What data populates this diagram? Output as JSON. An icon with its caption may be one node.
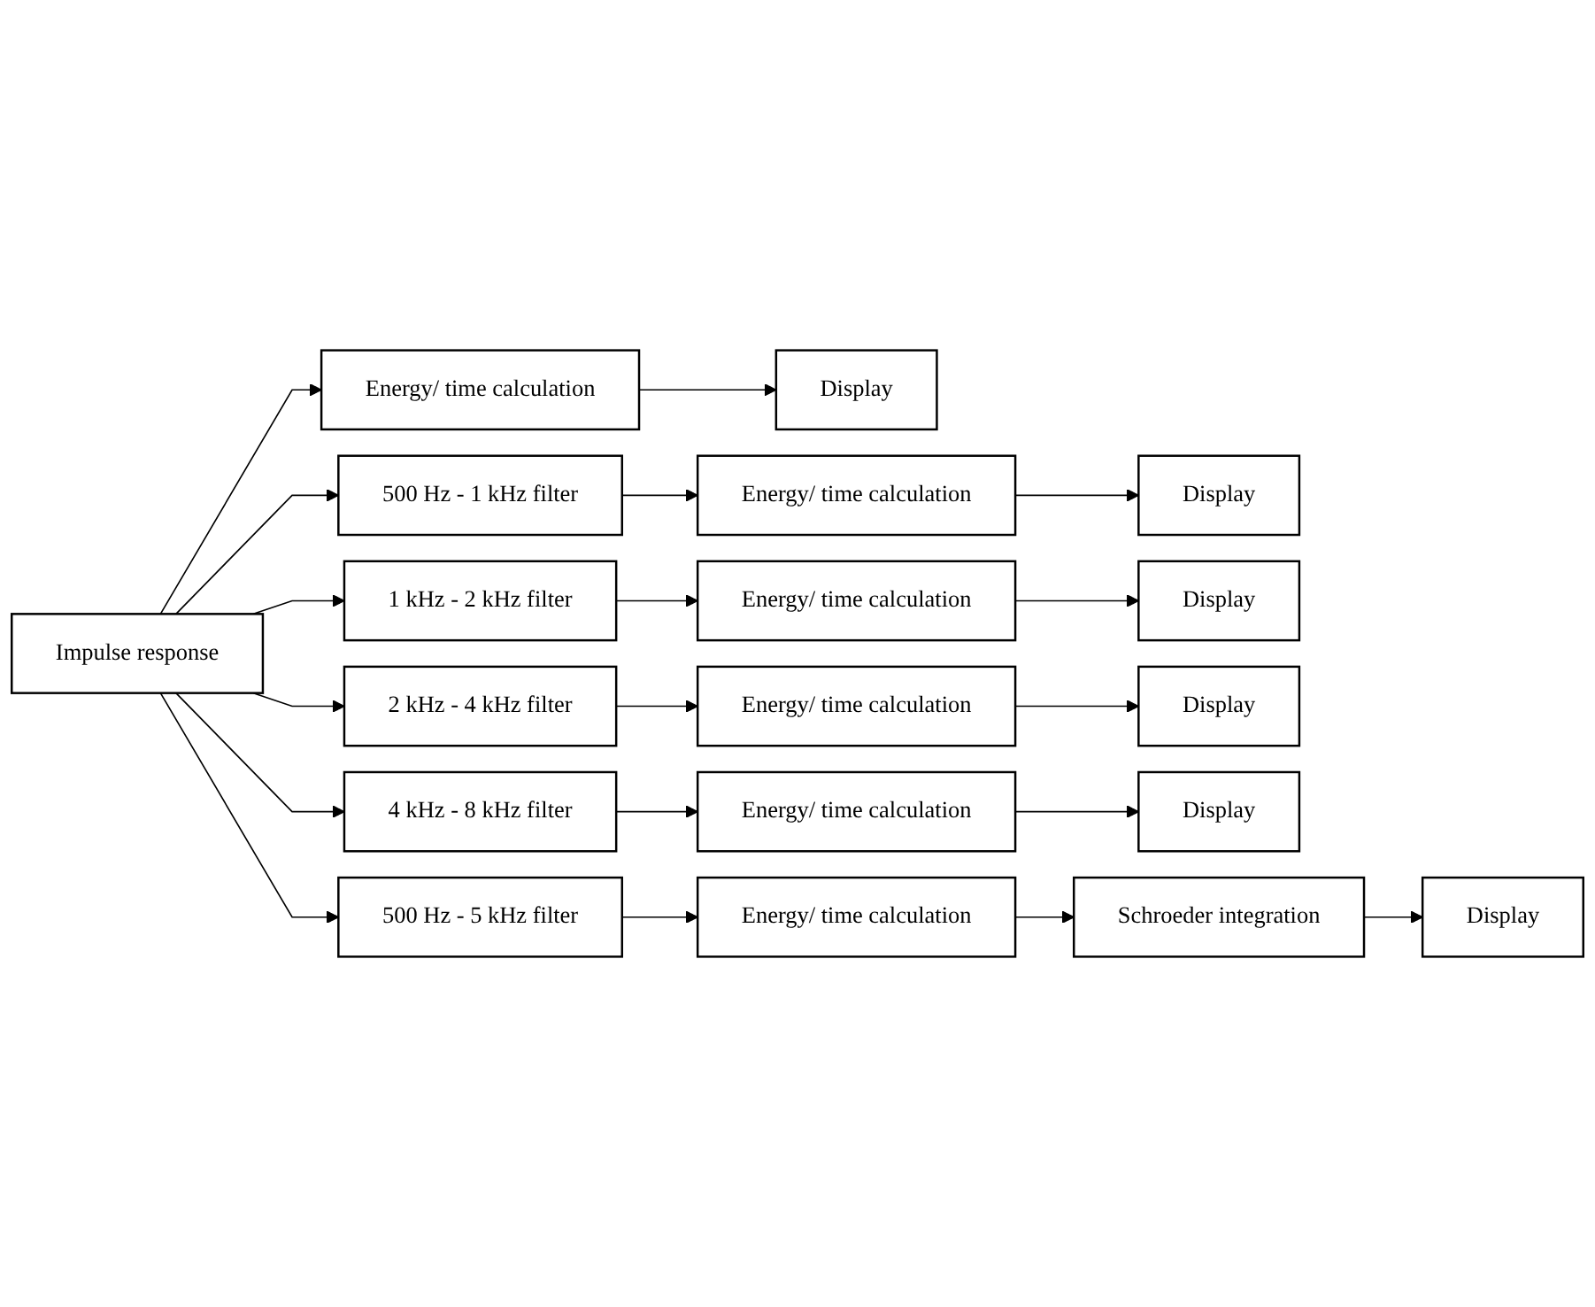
{
  "diagram": {
    "nodes": [
      {
        "text": [
          "Impulse response"
        ]
      },
      {
        "text": [
          "Energy/ time calculation"
        ]
      },
      {
        "text": [
          "Display"
        ]
      },
      {
        "text": [
          "500 Hz - 1 kHz filter"
        ]
      },
      {
        "text": [
          "Energy/ time calculation"
        ]
      },
      {
        "text": [
          "Display"
        ]
      },
      {
        "text": [
          "1 kHz - 2 kHz filter"
        ]
      },
      {
        "text": [
          "Energy/ time calculation"
        ]
      },
      {
        "text": [
          "Display"
        ]
      },
      {
        "text": [
          "2 kHz - 4 kHz filter"
        ]
      },
      {
        "text": [
          "Energy/ time calculation"
        ]
      },
      {
        "text": [
          "Display"
        ]
      },
      {
        "text": [
          "4 kHz - 8 kHz filter"
        ]
      },
      {
        "text": [
          "Energy/ time calculation"
        ]
      },
      {
        "text": [
          "Display"
        ]
      },
      {
        "text": [
          "500 Hz - 5 kHz filter"
        ]
      },
      {
        "text": [
          "Energy/ time calculation"
        ]
      },
      {
        "text": [
          "Schroeder integration"
        ]
      },
      {
        "text": [
          "Display"
        ]
      }
    ],
    "edges": [
      {
        "from": 0,
        "to": 1,
        "arrow": "to"
      },
      {
        "from": 1,
        "to": 2,
        "arrow": "to"
      },
      {
        "from": 0,
        "to": 3,
        "arrow": "to"
      },
      {
        "from": 3,
        "to": 4,
        "arrow": "to"
      },
      {
        "from": 4,
        "to": 5,
        "arrow": "to"
      },
      {
        "from": 0,
        "to": 6,
        "arrow": "to"
      },
      {
        "from": 6,
        "to": 7,
        "arrow": "to"
      },
      {
        "from": 7,
        "to": 8,
        "arrow": "to"
      },
      {
        "from": 0,
        "to": 9,
        "arrow": "to"
      },
      {
        "from": 9,
        "to": 10,
        "arrow": "to"
      },
      {
        "from": 10,
        "to": 11,
        "arrow": "to"
      },
      {
        "from": 0,
        "to": 12,
        "arrow": "to"
      },
      {
        "from": 12,
        "to": 13,
        "arrow": "to"
      },
      {
        "from": 13,
        "to": 14,
        "arrow": "to"
      },
      {
        "from": 0,
        "to": 15,
        "arrow": "to"
      },
      {
        "from": 15,
        "to": 16,
        "arrow": "to"
      },
      {
        "from": 16,
        "to": 17,
        "arrow": "to"
      },
      {
        "from": 17,
        "to": 18,
        "arrow": "to"
      }
    ]
  }
}
